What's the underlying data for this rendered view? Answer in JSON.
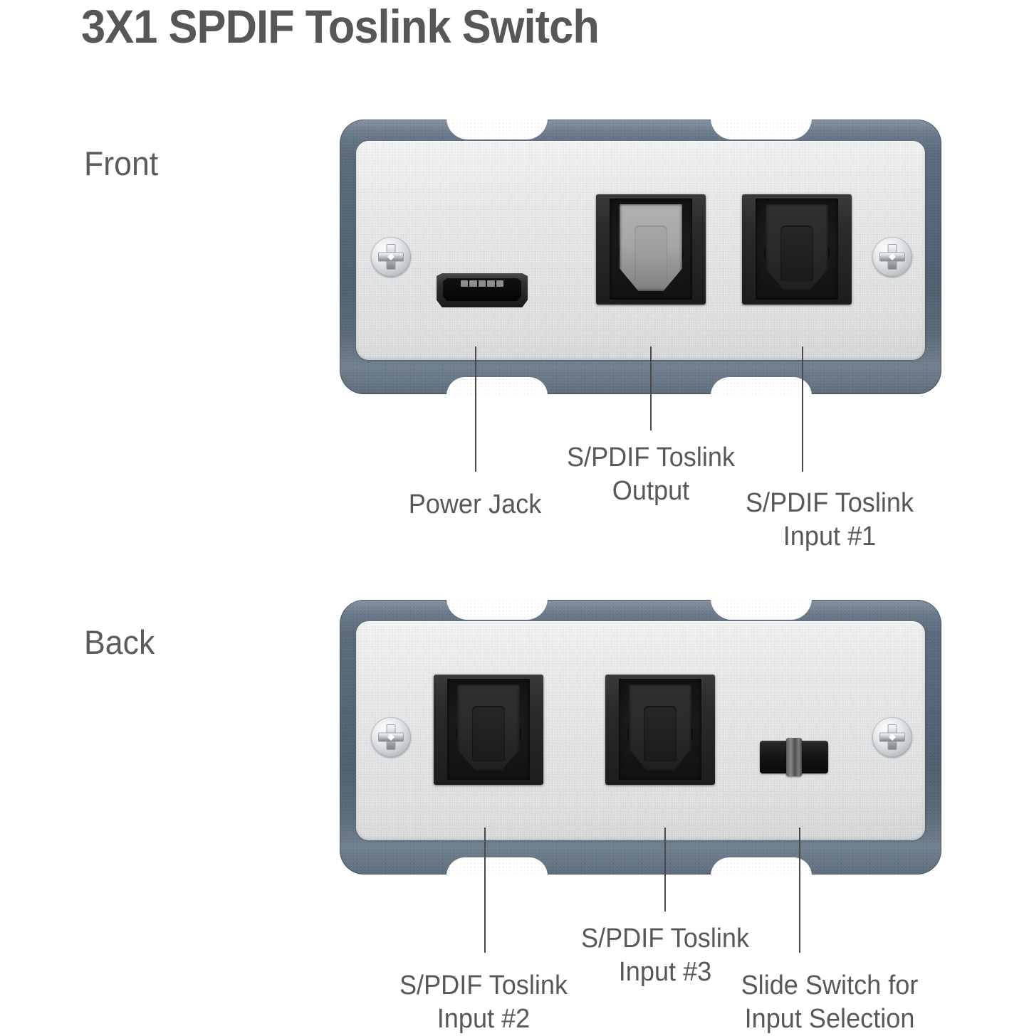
{
  "page": {
    "title": "3X1 SPDIF Toslink Switch",
    "title_color": "#575759",
    "text_color": "#58585a",
    "background": "#ffffff"
  },
  "views": [
    {
      "id": "front",
      "caption": "Front",
      "features": [
        {
          "name": "power-jack",
          "type": "micro-usb-jack",
          "label_line1": "Power Jack",
          "label_line2": ""
        },
        {
          "name": "toslink-output",
          "type": "toslink-port",
          "shutter": "light-gray",
          "label_line1": "S/PDIF Toslink",
          "label_line2": "Output"
        },
        {
          "name": "toslink-input-1",
          "type": "toslink-port",
          "shutter": "black",
          "label_line1": "S/PDIF Toslink",
          "label_line2": "Input #1"
        }
      ],
      "screws": 2
    },
    {
      "id": "back",
      "caption": "Back",
      "features": [
        {
          "name": "toslink-input-2",
          "type": "toslink-port",
          "shutter": "black",
          "label_line1": "S/PDIF Toslink",
          "label_line2": "Input #2"
        },
        {
          "name": "toslink-input-3",
          "type": "toslink-port",
          "shutter": "black",
          "label_line1": "S/PDIF Toslink",
          "label_line2": "Input #3"
        },
        {
          "name": "slide-switch",
          "type": "slide-switch",
          "label_line1": "Slide Switch for",
          "label_line2": "Input Selection"
        }
      ],
      "screws": 2
    }
  ],
  "colors": {
    "bezel": "#556576",
    "faceplate": "#e6e7e8",
    "port_black": "#1c1c1c",
    "port_shutter_light": "#a6a6a6",
    "screw_chrome": "#dcdfe2",
    "leader_line": "#4a4a4a"
  }
}
